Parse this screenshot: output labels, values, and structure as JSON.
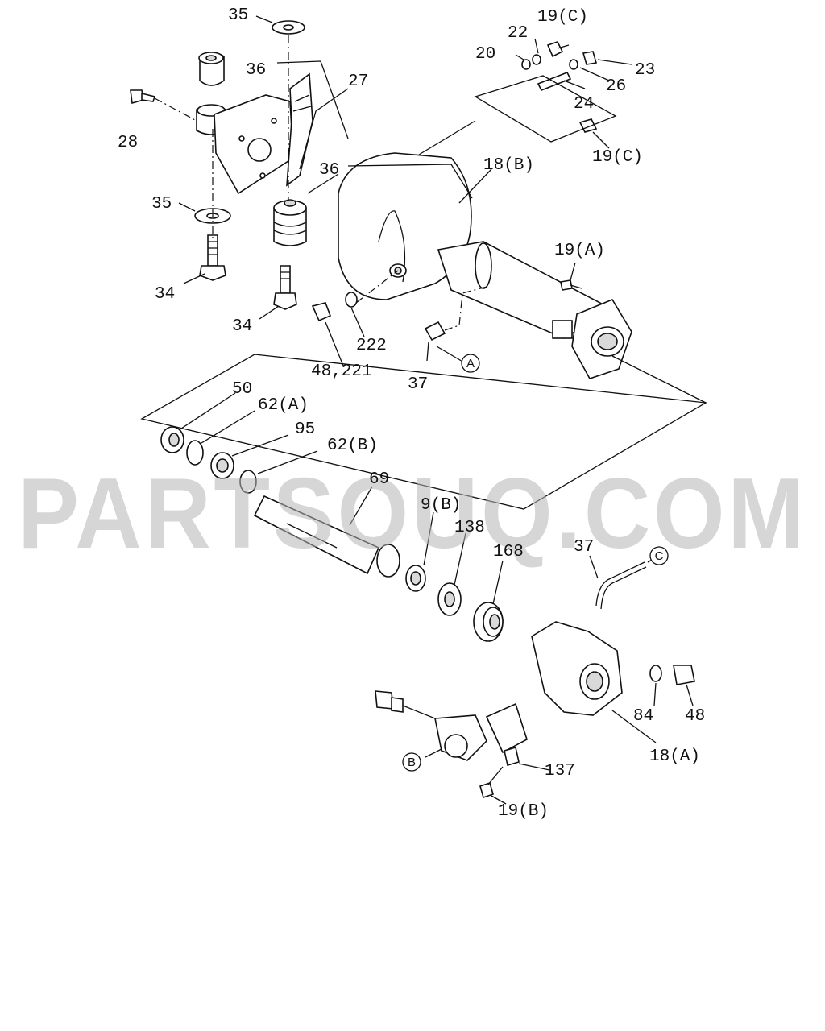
{
  "watermark": "PARTSOUQ.COM",
  "callouts": {
    "c35_top": "35",
    "c36_top": "36",
    "c27": "27",
    "c28": "28",
    "c36_mid": "36",
    "c35_low": "35",
    "c34_left": "34",
    "c34_mid": "34",
    "c19c_top": "19(C)",
    "c22": "22",
    "c20": "20",
    "c23": "23",
    "c26": "26",
    "c24": "24",
    "c19c_low": "19(C)",
    "c18b": "18(B)",
    "c19a": "19(A)",
    "c222": "222",
    "c48_221": "48,221",
    "c37_top": "37",
    "c50": "50",
    "c62a": "62(A)",
    "c95": "95",
    "c62b": "62(B)",
    "c69": "69",
    "c9b": "9(B)",
    "c138": "138",
    "c168": "168",
    "c37_low": "37",
    "c84": "84",
    "c48_low": "48",
    "c18a": "18(A)",
    "c137": "137",
    "c19b": "19(B)"
  },
  "refs": {
    "a": "A",
    "b": "B",
    "c": "C"
  }
}
